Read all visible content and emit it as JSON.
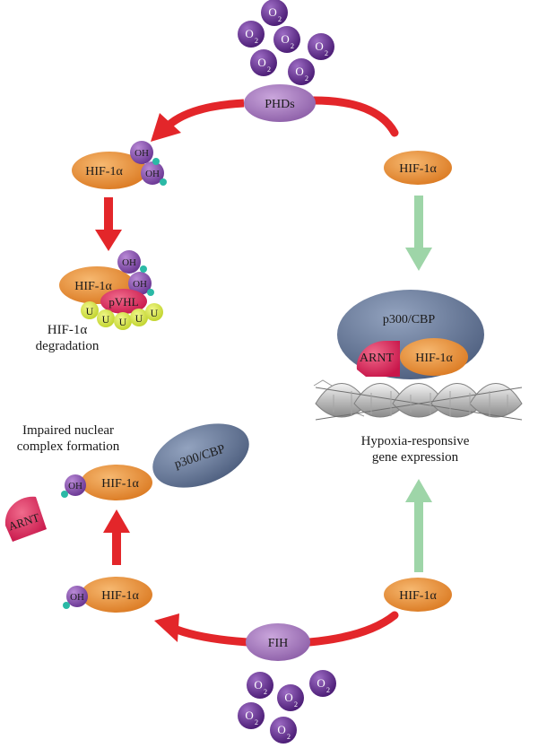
{
  "labels": {
    "phd": "PHDs",
    "fih": "FIH",
    "hif": "HIF-1α",
    "oh": "OH",
    "pvhl": "pVHL",
    "u": "U",
    "o": "O",
    "o_sub": "2",
    "p300": "p300/CBP",
    "arnt": "ARNT"
  },
  "captions": {
    "degradation_line1": "HIF-1α",
    "degradation_line2": "degradation",
    "impaired_line1": "Impaired nuclear",
    "impaired_line2": "complex formation",
    "hypoxia_line1": "Hypoxia-responsive",
    "hypoxia_line2": "gene expression"
  },
  "colors": {
    "red_arrow": "#e3262a",
    "green_arrow": "#9ed5a8",
    "hif_orange": "#e58a2e",
    "phd_purple": "#9f6fb6",
    "o2_purple": "#6a2f94",
    "p300_blue": "#5e6f8e",
    "arnt_pink": "#d92a5a",
    "pvhl_pink": "#d81f57",
    "ubiquitin_yellow": "#d4e23a",
    "teal_dot": "#2bb9a6"
  }
}
